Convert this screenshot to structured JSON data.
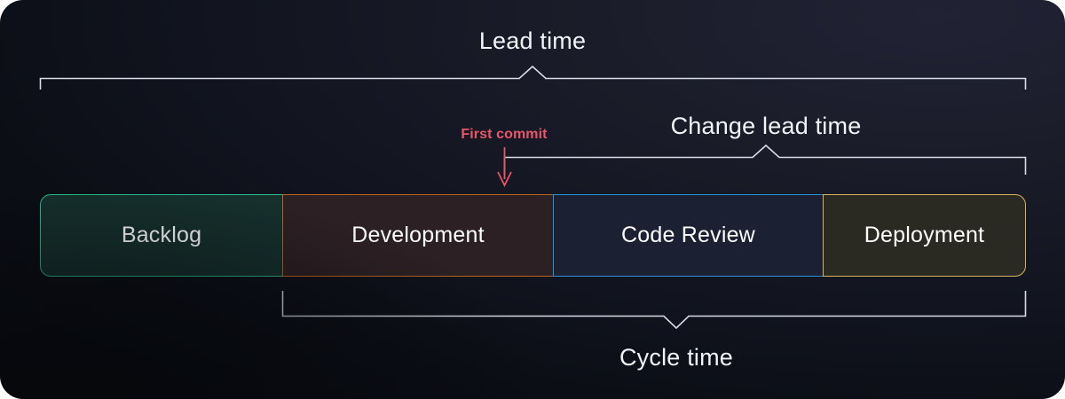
{
  "diagram": {
    "title_text_top": "Lead time",
    "colors": {
      "background_dark": "#080a10",
      "background_light": "#212335",
      "bracket_line": "#d8dce6",
      "commit_accent": "#e8566a",
      "backlog_border": "#2fbb8a",
      "backlog_fill": "#16302c",
      "development_border": "#b4671f",
      "development_fill": "#2d2024",
      "codereview_border": "#2b8fd6",
      "codereview_fill": "#1b2133",
      "deployment_border": "#d4b45c",
      "deployment_fill": "#2b2a22"
    },
    "brackets": [
      {
        "id": "lead-time",
        "label": "Lead time",
        "direction": "up",
        "spans": [
          "Backlog",
          "Development",
          "Code Review",
          "Deployment"
        ]
      },
      {
        "id": "change-lead-time",
        "label": "Change lead time",
        "direction": "up",
        "spans": [
          "Development (from first commit)",
          "Code Review",
          "Deployment"
        ]
      },
      {
        "id": "cycle-time",
        "label": "Cycle time",
        "direction": "down",
        "spans": [
          "Development",
          "Code Review",
          "Deployment"
        ]
      }
    ],
    "annotations": [
      {
        "id": "first-commit",
        "label": "First commit",
        "marker": "down-arrow",
        "color": "#e8566a"
      }
    ],
    "stages": [
      {
        "id": "backlog",
        "label": "Backlog"
      },
      {
        "id": "development",
        "label": "Development"
      },
      {
        "id": "code-review",
        "label": "Code Review"
      },
      {
        "id": "deployment",
        "label": "Deployment"
      }
    ]
  }
}
